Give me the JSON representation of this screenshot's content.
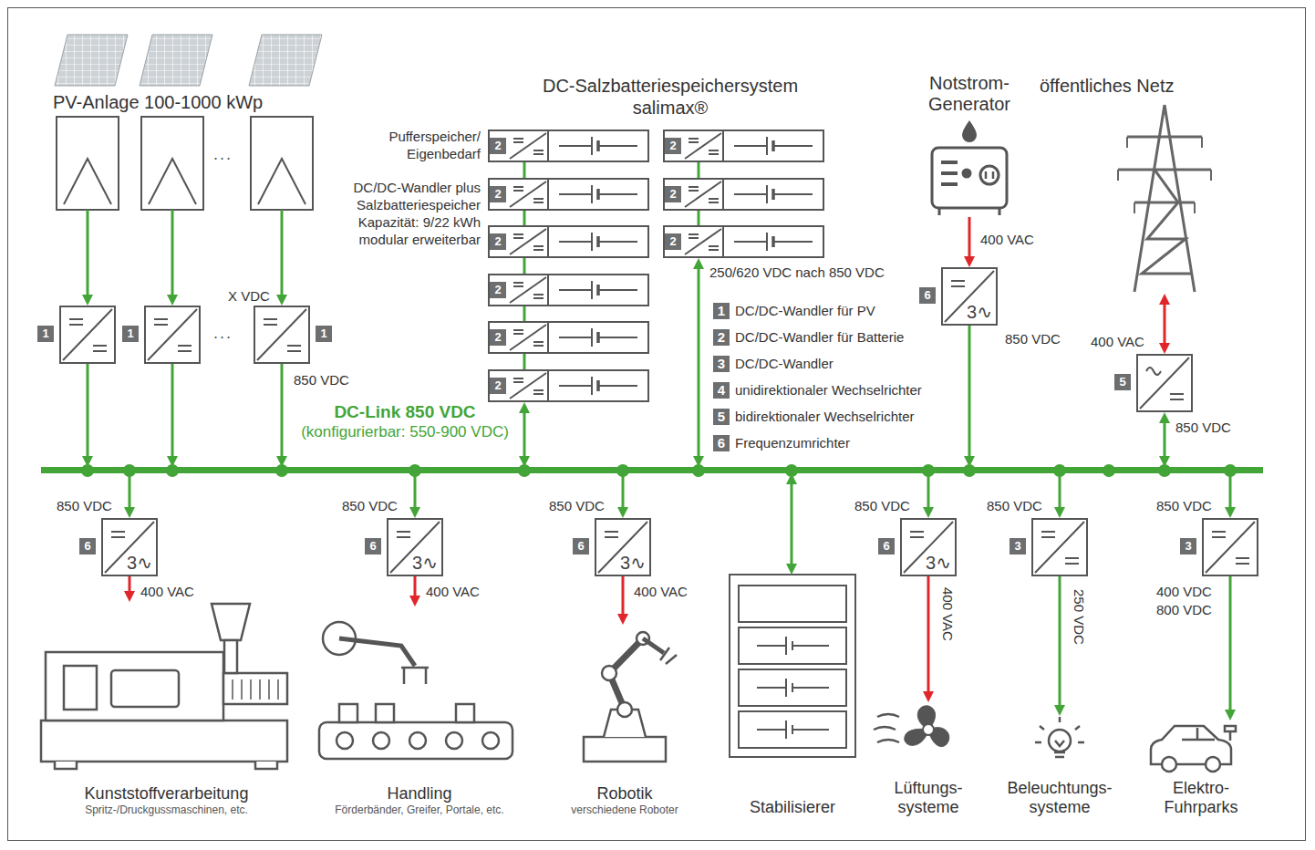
{
  "diagram": {
    "nodes": [
      {
        "text": [
          "PV-Anlage 100-1000 kWp"
        ]
      },
      {
        "text": [
          "1"
        ]
      },
      {
        "text": [
          "1"
        ]
      },
      {
        "text": [
          "1"
        ]
      },
      {
        "text": [
          "DC-Salzbatteriespeichersystem",
          "salimax®"
        ]
      },
      {
        "text": [
          "2"
        ]
      },
      {
        "text": [
          "2"
        ]
      },
      {
        "text": [
          "2"
        ]
      },
      {
        "text": [
          "2"
        ]
      },
      {
        "text": [
          "2"
        ]
      },
      {
        "text": [
          "2"
        ]
      },
      {
        "text": [
          "2"
        ]
      },
      {
        "text": [
          "2"
        ]
      },
      {
        "text": [
          "2"
        ]
      },
      {
        "text": [
          "Notstrom- Generator"
        ]
      },
      {
        "text": [
          "öffentliches Netz"
        ]
      },
      {
        "text": [
          "6",
          "3∿"
        ]
      },
      {
        "text": [
          "5"
        ]
      },
      {
        "text": [
          "DC-Link 850 VDC",
          "(konfigurierbar: 550-900 VDC)"
        ]
      },
      {
        "text": [
          "6",
          "3∿"
        ]
      },
      {
        "text": [
          "Kunststoffverarbeitung",
          "Spritz-/Druckgussmaschinen, etc."
        ]
      },
      {
        "text": [
          "6",
          "3∿"
        ]
      },
      {
        "text": [
          "Handling",
          "Förderbänder, Greifer, Portale, etc."
        ]
      },
      {
        "text": [
          "6",
          "3∿"
        ]
      },
      {
        "text": [
          "Robotik",
          "verschiedene Roboter"
        ]
      },
      {
        "text": [
          "Stabilisierer"
        ]
      },
      {
        "text": [
          "6",
          "3∿"
        ]
      },
      {
        "text": [
          "Lüftungs- systeme"
        ]
      },
      {
        "text": [
          "3"
        ]
      },
      {
        "text": [
          "Beleuchtungs- systeme"
        ]
      },
      {
        "text": [
          "3"
        ]
      },
      {
        "text": [
          "Elektro- Fuhrparks"
        ]
      }
    ],
    "edges": [
      {
        "from": 0,
        "to": 1,
        "arrow": "to"
      },
      {
        "from": 0,
        "to": 2,
        "arrow": "to"
      },
      {
        "from": 0,
        "to": 3,
        "arrow": "to"
      },
      {
        "from": 1,
        "to": 18,
        "arrow": "to"
      },
      {
        "from": 2,
        "to": 18,
        "arrow": "to"
      },
      {
        "from": 3,
        "to": 18,
        "arrow": "to"
      },
      {
        "from": 5,
        "to": 6,
        "arrow": "none"
      },
      {
        "from": 6,
        "to": 7,
        "arrow": "none"
      },
      {
        "from": 7,
        "to": 8,
        "arrow": "none"
      },
      {
        "from": 8,
        "to": 9,
        "arrow": "none"
      },
      {
        "from": 9,
        "to": 10,
        "arrow": "none"
      },
      {
        "from": 10,
        "to": 18,
        "arrow": "both"
      },
      {
        "from": 11,
        "to": 12,
        "arrow": "none"
      },
      {
        "from": 12,
        "to": 13,
        "arrow": "none"
      },
      {
        "from": 13,
        "to": 18,
        "arrow": "both"
      },
      {
        "from": 14,
        "to": 16,
        "arrow": "to"
      },
      {
        "from": 16,
        "to": 18,
        "arrow": "to"
      },
      {
        "from": 15,
        "to": 17,
        "arrow": "both"
      },
      {
        "from": 17,
        "to": 18,
        "arrow": "both"
      },
      {
        "from": 18,
        "to": 19,
        "arrow": "to"
      },
      {
        "from": 19,
        "to": 20,
        "arrow": "to"
      },
      {
        "from": 18,
        "to": 21,
        "arrow": "to"
      },
      {
        "from": 21,
        "to": 22,
        "arrow": "to"
      },
      {
        "from": 18,
        "to": 23,
        "arrow": "to"
      },
      {
        "from": 23,
        "to": 24,
        "arrow": "to"
      },
      {
        "from": 18,
        "to": 25,
        "arrow": "both"
      },
      {
        "from": 18,
        "to": 26,
        "arrow": "to"
      },
      {
        "from": 26,
        "to": 27,
        "arrow": "to"
      },
      {
        "from": 18,
        "to": 28,
        "arrow": "to"
      },
      {
        "from": 28,
        "to": 29,
        "arrow": "to"
      },
      {
        "from": 18,
        "to": 30,
        "arrow": "to"
      },
      {
        "from": 30,
        "to": 31,
        "arrow": "to"
      }
    ],
    "labels": [
      "X VDC",
      "850 VDC",
      "...",
      "...",
      "Pufferspeicher/ Eigenbedarf",
      "DC/DC-Wandler plus Salzbatteriespeicher Kapazität: 9/22 kWh modular erweiterbar",
      "250/620 VDC nach 850 VDC",
      "1",
      "2",
      "3",
      "4",
      "5",
      "6",
      "850 VDC",
      "850 VDC",
      "850 VDC",
      "850 VDC",
      "850 VDC",
      "850 VDC",
      "400 VAC",
      "400 VAC",
      "400 VAC",
      "400 VAC",
      "250 VDC",
      "400 VDC",
      "800 VDC",
      "400 VAC",
      "850 VDC",
      "400 VAC",
      "850 VDC"
    ],
    "legend": [
      {
        "text": "DC/DC-Wandler für PV"
      },
      {
        "text": "DC/DC-Wandler für Batterie"
      },
      {
        "text": "DC/DC-Wandler"
      },
      {
        "text": "unidirektionaler Wechselrichter"
      },
      {
        "text": "bidirektionaler Wechselrichter"
      },
      {
        "text": "Frequenzumrichter"
      }
    ]
  }
}
